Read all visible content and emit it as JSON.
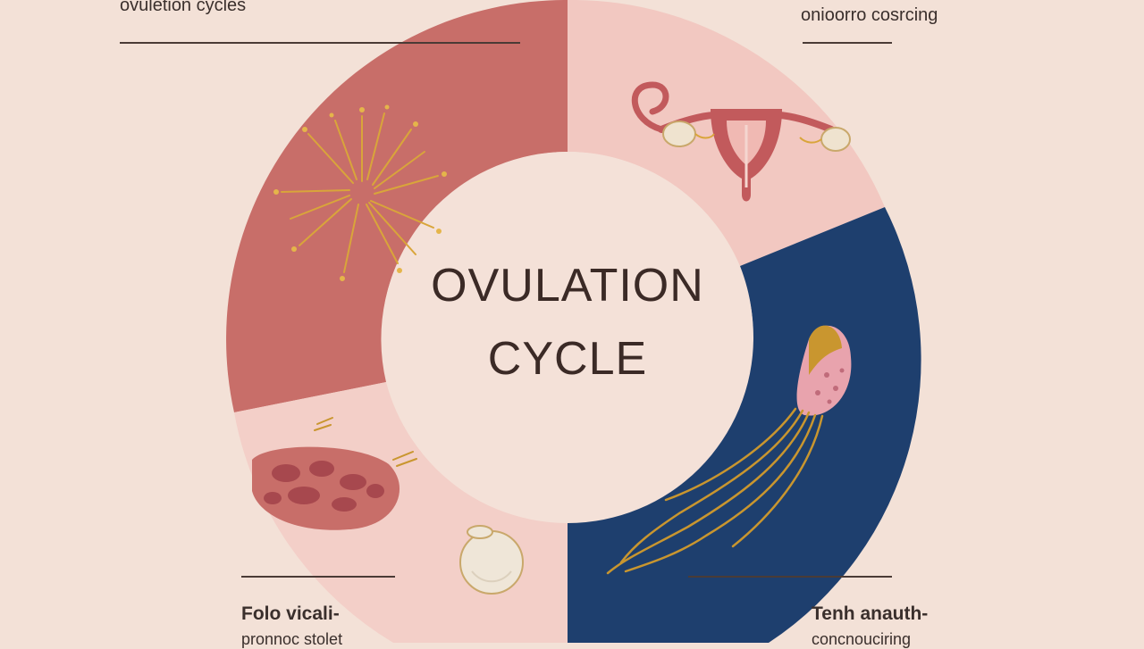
{
  "labels": {
    "top_left": "ovuletion cycles",
    "top_right": "onioorro cosrcing",
    "bottom_left_title": "Folo vicali-",
    "bottom_left_sub": "pronnoc stolet",
    "bottom_right_title": "Tenh anauth-",
    "bottom_right_sub": "concnouciring"
  },
  "center": {
    "line1": "OVULATION",
    "line2": "CYCLE"
  },
  "colors": {
    "background": "#f3e1d7",
    "segment_top_left": "#c86e69",
    "segment_top_right": "#f2c8c1",
    "segment_bottom_left": "#f3cfc8",
    "segment_bottom_right": "#1e3f6e",
    "center_fill": "#f4e1d8",
    "accent_gold": "#d9a53a",
    "accent_red": "#b8474a"
  },
  "illustrations": [
    "follicle-burst-icon",
    "uterus-icon",
    "sperm-cell-icon",
    "tissue-lining-icon",
    "egg-icon"
  ]
}
